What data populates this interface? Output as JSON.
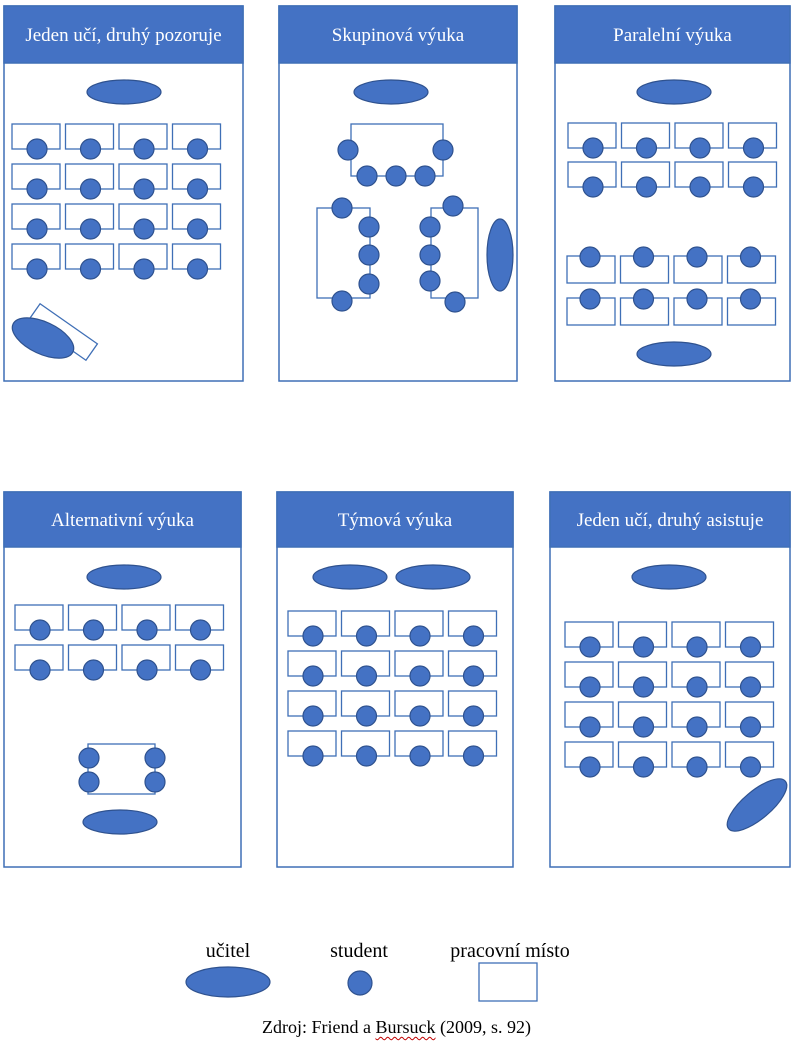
{
  "panels": [
    {
      "title": "Jeden učí, druhý pozoruje"
    },
    {
      "title": "Skupinová výuka"
    },
    {
      "title": "Paralelní výuka"
    },
    {
      "title": "Alternativní výuka"
    },
    {
      "title": "Týmová výuka"
    },
    {
      "title": "Jeden učí, druhý asistuje"
    }
  ],
  "legend": {
    "teacher": "učitel",
    "student": "student",
    "workplace": "pracovní místo"
  },
  "source": {
    "prefix": "Zdroj: Friend a ",
    "author": "Bursuck",
    "suffix": " (2009, s. 92)"
  },
  "colors": {
    "header_fill": "#4472c4",
    "shape_fill": "#4472c4",
    "shape_stroke": "#2f528f",
    "border": "#3f6fb6",
    "header_text": "#ffffff"
  }
}
